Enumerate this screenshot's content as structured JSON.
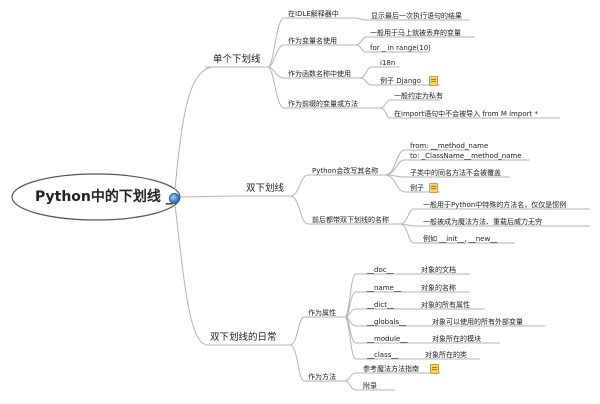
{
  "root": {
    "title": "Python中的下划线 _",
    "icon": "globe-icon"
  },
  "branches": [
    {
      "label": "单个下划线",
      "items": [
        {
          "label": "在IDLE解释器中",
          "children": [
            "显示最后一次执行语句的结果"
          ]
        },
        {
          "label": "作为变量名使用",
          "children": [
            "一般用于马上就被丢弃的变量",
            "for _ in range(10)"
          ]
        },
        {
          "label": "作为函数名称中使用",
          "children": [
            "i18n",
            "例子 Django"
          ]
        },
        {
          "label": "作为前缀的变量或方法",
          "children": [
            "一般约定为私有",
            "在import语句中不会被导入 from M import *"
          ]
        }
      ]
    },
    {
      "label": "双下划线",
      "items": [
        {
          "label": "Python会改写其名称",
          "children": [
            "from: __method_name",
            "to: _ClassName__method_name",
            "子类中的同名方法不会被覆盖",
            "例子"
          ]
        },
        {
          "label": "前后都带双下划线的名称",
          "children": [
            "一般用于Python中特殊的方法名，仅仅是惯例",
            "一般被成为魔法方法、重载后威力无穷",
            "例如 __init__, __new__"
          ]
        }
      ]
    },
    {
      "label": "双下划线的日常",
      "items": [
        {
          "label": "作为属性",
          "children": [
            {
              "name": "__doc__",
              "desc": "对象的文档"
            },
            {
              "name": "__name__",
              "desc": "对象的名称"
            },
            {
              "name": "__dict__",
              "desc": "对象的所有属性"
            },
            {
              "name": "__globals__",
              "desc": "对象可以使用的所有外部变量"
            },
            {
              "name": "__module__",
              "desc": "对象所在的模块"
            },
            {
              "name": "__class__",
              "desc": "对象所在的类"
            }
          ]
        },
        {
          "label": "作为方法",
          "children": [
            "参考魔法方法指南",
            "附录"
          ]
        }
      ]
    }
  ],
  "colors": {
    "line": "#b3b3b3",
    "root_border": "#555555",
    "note": "#f3d36a",
    "globe": "#2a6fb8"
  },
  "icons": [
    "note-icon",
    "globe-icon"
  ]
}
